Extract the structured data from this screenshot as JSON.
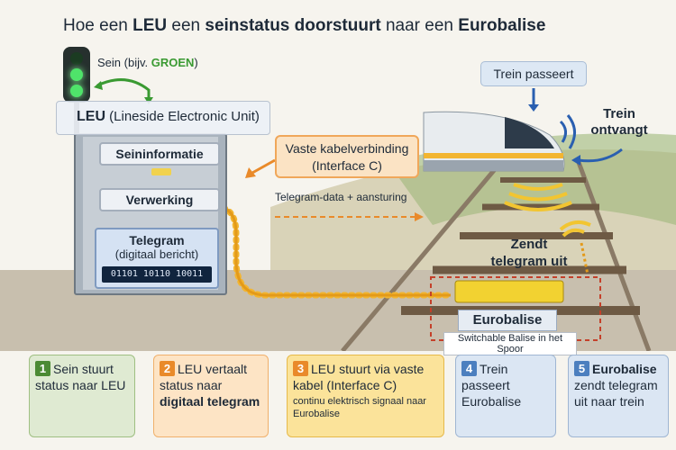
{
  "title": {
    "part1": "Hoe een ",
    "leu": "LEU",
    "part2": " een ",
    "seinstatus": "seinstatus doorstuurt",
    "part3": " naar een ",
    "eurobalise": "Eurobalise"
  },
  "signal": {
    "label": "Sein (bijv. ",
    "color_word": "GROEN",
    "close": ")"
  },
  "leu": {
    "abbr": "LEU",
    "full": " (Lineside Electronic Unit)"
  },
  "cabinet": {
    "seininformatie": "Seininformatie",
    "verwerking": "Verwerking",
    "telegram": "Telegram",
    "telegram_sub": "(digitaal bericht)",
    "binary": "01101  10110  10011"
  },
  "callouts": {
    "vaste_kabel_line1": "Vaste kabelverbinding",
    "vaste_kabel_line2": "(Interface C)",
    "telegram_data": "Telegram-data + aansturing",
    "trein_passeert": "Trein passeert",
    "trein_ontvangt_1": "Trein",
    "trein_ontvangt_2": "ontvangt",
    "zendt_1": "Zendt",
    "zendt_2": "telegram uit",
    "eurobalise": "Eurobalise",
    "switchable": "Switchable Balise in het Spoor"
  },
  "steps": [
    {
      "num": "1",
      "text": "Sein stuurt status naar LEU"
    },
    {
      "num": "2",
      "text": "LEU vertaalt status naar",
      "strong": "digitaal telegram"
    },
    {
      "num": "3",
      "text": "LEU stuurt via vaste kabel (Interface C)",
      "sub": "continu elektrisch signaal naar Eurobalise"
    },
    {
      "num": "4",
      "text": "Trein passeert Eurobalise"
    },
    {
      "num": "5",
      "text": "Eurobalise",
      "rest": "zendt telegram uit naar trein"
    }
  ],
  "colors": {
    "green": "#3a9a32",
    "orange": "#e98a2a",
    "blue": "#4c7fbf",
    "yellow_cable": "#f2b531"
  }
}
